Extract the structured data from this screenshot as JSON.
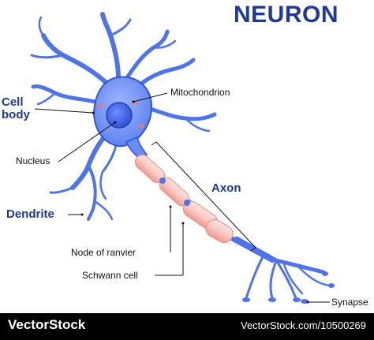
{
  "title": "NEURON",
  "labels": {
    "cell_body_line1": "Cell",
    "cell_body_line2": "body",
    "mitochondrion": "Mitochondrion",
    "nucleus": "Nucleus",
    "axon": "Axon",
    "dendrite": "Dendrite",
    "node_of_ranvier": "Node of ranvier",
    "schwann_cell": "Schwann cell",
    "synapse": "Synapse"
  },
  "footer": {
    "brand": "VectorStock",
    "credit": "VectorStock.com/10500269"
  },
  "colors": {
    "title": "#1f3a93",
    "neuron_fill": "#6a8df2",
    "neuron_stroke": "#2f55d6",
    "nucleus": "#3f63e3",
    "myelin": "#f7c8c3",
    "myelin_edge": "#ef8a80",
    "footer_bg": "#000000"
  }
}
